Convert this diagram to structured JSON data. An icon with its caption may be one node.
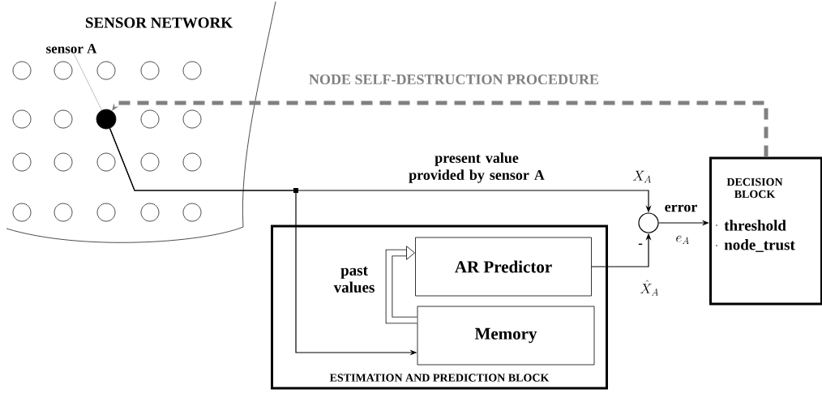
{
  "diagram": {
    "nodes": [
      {
        "text": [
          "SENSOR NETWORK"
        ]
      },
      {
        "text": [
          "sensor A"
        ],
        "in": 0
      },
      {
        "text": [],
        "shape": "circle",
        "in": 0
      },
      {
        "text": [],
        "shape": "circle",
        "in": 0
      },
      {
        "text": [],
        "shape": "circle",
        "in": 0
      },
      {
        "text": [],
        "shape": "circle",
        "in": 0
      },
      {
        "text": [],
        "shape": "circle",
        "in": 0
      },
      {
        "text": [],
        "shape": "circle",
        "in": 0
      },
      {
        "text": [],
        "shape": "circle",
        "in": 0
      },
      {
        "text": [],
        "shape": "circle",
        "in": 0
      },
      {
        "text": [],
        "shape": "circle",
        "in": 0
      },
      {
        "text": [],
        "shape": "circle",
        "in": 0
      },
      {
        "text": [],
        "shape": "circle",
        "in": 0
      },
      {
        "text": [],
        "shape": "circle",
        "in": 0
      },
      {
        "text": [],
        "shape": "circle",
        "in": 0
      },
      {
        "text": [],
        "shape": "circle",
        "in": 0
      },
      {
        "text": [],
        "shape": "circle",
        "in": 0
      },
      {
        "text": [],
        "shape": "circle",
        "in": 0
      },
      {
        "text": [],
        "shape": "circle",
        "in": 0
      },
      {
        "text": [],
        "shape": "circle",
        "in": 0
      },
      {
        "text": [],
        "shape": "circle",
        "in": 0
      },
      {
        "text": [],
        "shape": "circle",
        "in": 0
      },
      {
        "text": [
          "ESTIMATION AND PREDICTION BLOCK"
        ]
      },
      {
        "text": [
          "AR Predictor"
        ],
        "in": 22
      },
      {
        "text": [
          "Memory"
        ],
        "in": 22
      },
      {
        "text": [],
        "shape": "circle"
      },
      {
        "text": [
          "DECISION BLOCK",
          "threshold",
          "node_trust"
        ]
      }
    ],
    "edges": [
      {
        "from": 1,
        "to": 9,
        "arrow": "none",
        "color": "#b0b0b0"
      },
      {
        "from": 9,
        "to": 25,
        "arrow": "to",
        "label": "present value provided by sensor A"
      },
      {
        "from": 9,
        "to": 24,
        "arrow": "to"
      },
      {
        "from": 24,
        "to": 23,
        "arrow": "to",
        "label": "past values",
        "style": "thick"
      },
      {
        "from": 23,
        "to": 25,
        "arrow": "to"
      },
      {
        "from": 25,
        "to": 26,
        "arrow": "to",
        "label": "error"
      },
      {
        "from": 26,
        "to": 9,
        "arrow": "to",
        "label": "NODE SELF-DESTRUCTION PROCEDURE",
        "style": "dashed",
        "color": "#808080"
      }
    ],
    "labels": [
      "X_A",
      "e_A",
      "-",
      "\\hat{X}_A"
    ]
  }
}
